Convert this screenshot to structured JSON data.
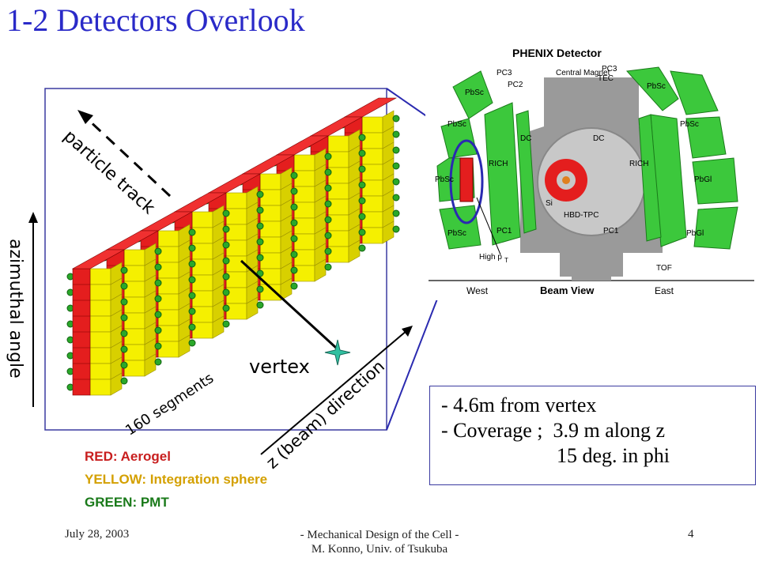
{
  "slide": {
    "title": "1-2 Detectors Overlook",
    "labels": {
      "particle_track": "particle track",
      "azimuthal_angle": "azimuthal angle",
      "vertex": "vertex",
      "segments": "160 segments",
      "z_direction": "z (beam) direction"
    },
    "legend": [
      {
        "text": "RED: Aerogel",
        "color": "#c81e1e"
      },
      {
        "text": "YELLOW: Integration sphere",
        "color": "#d4a000"
      },
      {
        "text": "GREEN: PMT",
        "color": "#1a7a1a"
      }
    ],
    "info_box": {
      "line1": "- 4.6m from vertex",
      "line2": "- Coverage ;  3.9 m along z",
      "line3": "15 deg. in phi"
    },
    "phenix": {
      "title": "PHENIX Detector",
      "labels": {
        "pbsc": "PbSc",
        "pbgl": "PbGl",
        "pc1": "PC1",
        "pc2": "PC2",
        "pc3": "PC3",
        "tec": "TEC",
        "dc": "DC",
        "rich": "RICH",
        "central_magnet": "Central Magnet",
        "si": "Si",
        "hbd_tpc": "HBD-TPC",
        "tof": "TOF",
        "high_pt": "High p",
        "high_pt_sub": "T",
        "west": "West",
        "east": "East",
        "beam_view": "Beam View"
      }
    },
    "footer": {
      "date": "July 28, 2003",
      "center_line1": "- Mechanical Design of the Cell -",
      "center_line2": "M. Konno, Univ. of Tsukuba",
      "page": "4"
    },
    "colors": {
      "title": "#2a2ac8",
      "aerogel_red": "#e41e1e",
      "sphere_yellow": "#f5f000",
      "pmt_green": "#2aa82a",
      "detector_green": "#3cc83c",
      "frame_blue": "#3a3aa0"
    }
  }
}
